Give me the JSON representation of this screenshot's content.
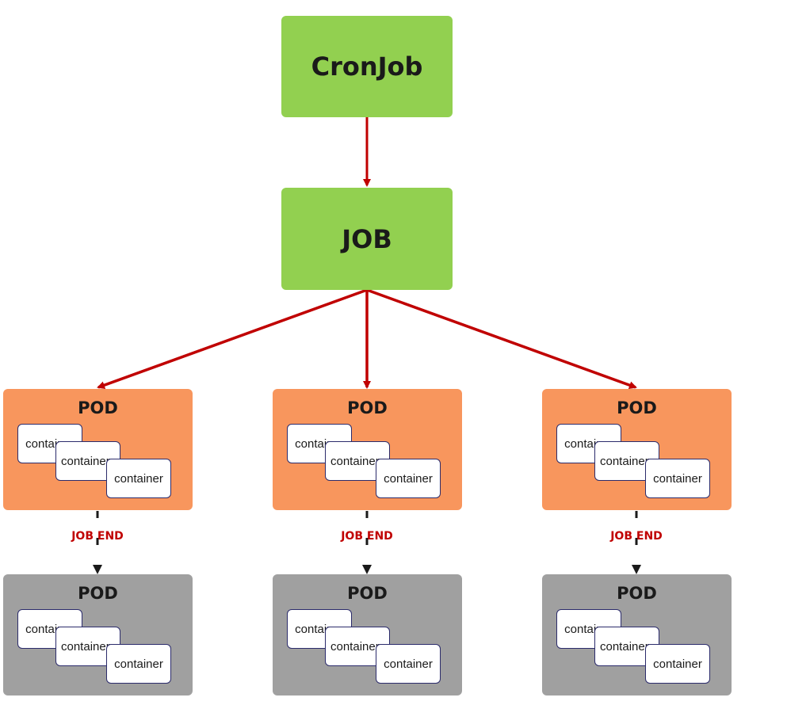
{
  "cronjob": {
    "label": "CronJob"
  },
  "job": {
    "label": "JOB"
  },
  "running_pods": [
    {
      "title": "POD",
      "containers": [
        "container",
        "container",
        "container"
      ]
    },
    {
      "title": "POD",
      "containers": [
        "container",
        "container",
        "container"
      ]
    },
    {
      "title": "POD",
      "containers": [
        "container",
        "container",
        "container"
      ]
    }
  ],
  "job_end_labels": [
    "JOB END",
    "JOB END",
    "JOB END"
  ],
  "ended_pods": [
    {
      "title": "POD",
      "containers": [
        "container",
        "container",
        "container"
      ]
    },
    {
      "title": "POD",
      "containers": [
        "container",
        "container",
        "container"
      ]
    },
    {
      "title": "POD",
      "containers": [
        "container",
        "container",
        "container"
      ]
    }
  ],
  "colors": {
    "controller": "#92d050",
    "running_pod": "#f8965d",
    "ended_pod": "#a0a0a0",
    "arrow": "#c00000",
    "job_end_text": "#c00000"
  }
}
